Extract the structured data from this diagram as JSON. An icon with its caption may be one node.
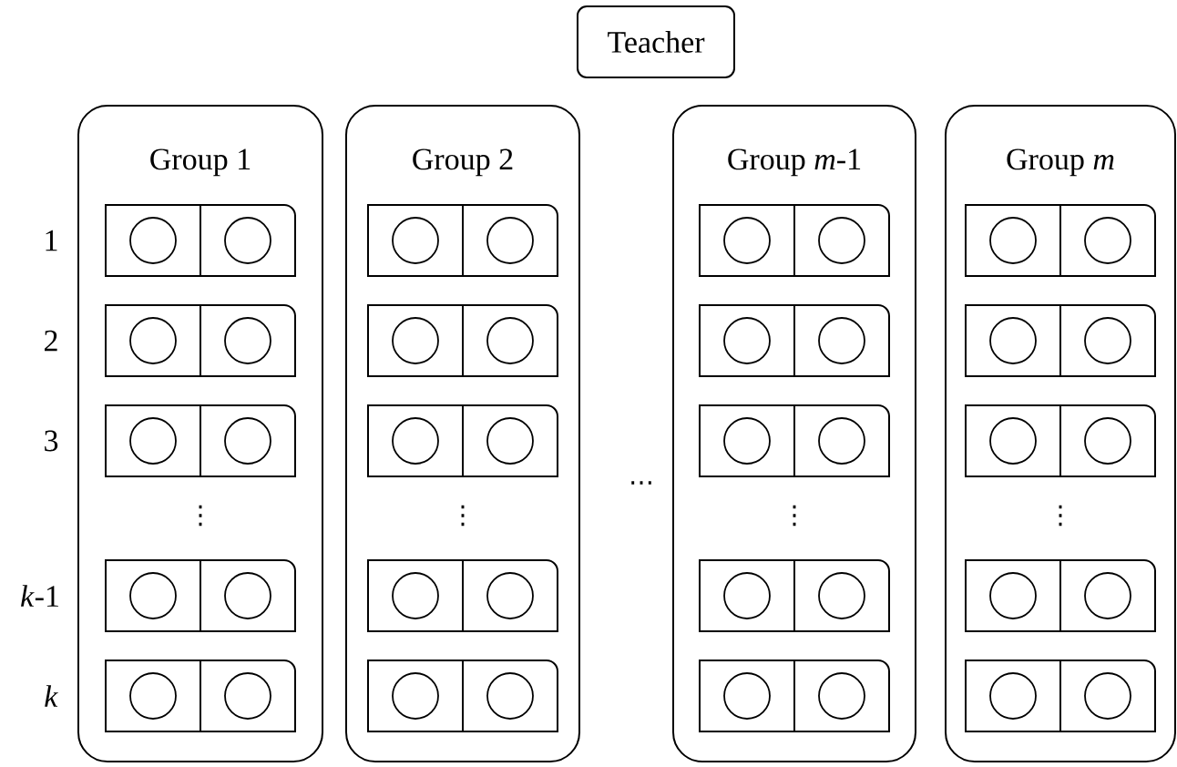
{
  "diagram": {
    "nodes": [
      {
        "text": [
          "Teacher"
        ]
      },
      {
        "text": [
          "Group 1"
        ]
      },
      {
        "text": [],
        "shape": "box",
        "in": 1
      },
      {
        "text": [],
        "shape": "circle",
        "in": 2
      },
      {
        "text": [],
        "shape": "circle",
        "in": 2
      },
      {
        "text": [],
        "shape": "box",
        "in": 1
      },
      {
        "text": [],
        "shape": "circle",
        "in": 5
      },
      {
        "text": [],
        "shape": "circle",
        "in": 5
      },
      {
        "text": [],
        "shape": "box",
        "in": 1
      },
      {
        "text": [],
        "shape": "circle",
        "in": 8
      },
      {
        "text": [],
        "shape": "circle",
        "in": 8
      },
      {
        "text": [],
        "shape": "box",
        "in": 1
      },
      {
        "text": [],
        "shape": "circle",
        "in": 11
      },
      {
        "text": [],
        "shape": "circle",
        "in": 11
      },
      {
        "text": [],
        "shape": "box",
        "in": 1
      },
      {
        "text": [],
        "shape": "circle",
        "in": 14
      },
      {
        "text": [],
        "shape": "circle",
        "in": 14
      },
      {
        "text": [
          "Group 2"
        ]
      },
      {
        "text": [],
        "shape": "box",
        "in": 17
      },
      {
        "text": [],
        "shape": "circle",
        "in": 18
      },
      {
        "text": [],
        "shape": "circle",
        "in": 18
      },
      {
        "text": [],
        "shape": "box",
        "in": 17
      },
      {
        "text": [],
        "shape": "circle",
        "in": 21
      },
      {
        "text": [],
        "shape": "circle",
        "in": 21
      },
      {
        "text": [],
        "shape": "box",
        "in": 17
      },
      {
        "text": [],
        "shape": "circle",
        "in": 24
      },
      {
        "text": [],
        "shape": "circle",
        "in": 24
      },
      {
        "text": [],
        "shape": "box",
        "in": 17
      },
      {
        "text": [],
        "shape": "circle",
        "in": 27
      },
      {
        "text": [],
        "shape": "circle",
        "in": 27
      },
      {
        "text": [],
        "shape": "box",
        "in": 17
      },
      {
        "text": [],
        "shape": "circle",
        "in": 30
      },
      {
        "text": [],
        "shape": "circle",
        "in": 30
      },
      {
        "text": [
          "Group *m*-1"
        ]
      },
      {
        "text": [],
        "shape": "box",
        "in": 33
      },
      {
        "text": [],
        "shape": "circle",
        "in": 34
      },
      {
        "text": [],
        "shape": "circle",
        "in": 34
      },
      {
        "text": [],
        "shape": "box",
        "in": 33
      },
      {
        "text": [],
        "shape": "circle",
        "in": 37
      },
      {
        "text": [],
        "shape": "circle",
        "in": 37
      },
      {
        "text": [],
        "shape": "box",
        "in": 33
      },
      {
        "text": [],
        "shape": "circle",
        "in": 40
      },
      {
        "text": [],
        "shape": "circle",
        "in": 40
      },
      {
        "text": [],
        "shape": "box",
        "in": 33
      },
      {
        "text": [],
        "shape": "circle",
        "in": 43
      },
      {
        "text": [],
        "shape": "circle",
        "in": 43
      },
      {
        "text": [],
        "shape": "box",
        "in": 33
      },
      {
        "text": [],
        "shape": "circle",
        "in": 46
      },
      {
        "text": [],
        "shape": "circle",
        "in": 46
      },
      {
        "text": [
          "Group *m*"
        ]
      },
      {
        "text": [],
        "shape": "box",
        "in": 49
      },
      {
        "text": [],
        "shape": "circle",
        "in": 50
      },
      {
        "text": [],
        "shape": "circle",
        "in": 50
      },
      {
        "text": [],
        "shape": "box",
        "in": 49
      },
      {
        "text": [],
        "shape": "circle",
        "in": 53
      },
      {
        "text": [],
        "shape": "circle",
        "in": 53
      },
      {
        "text": [],
        "shape": "box",
        "in": 49
      },
      {
        "text": [],
        "shape": "circle",
        "in": 56
      },
      {
        "text": [],
        "shape": "circle",
        "in": 56
      },
      {
        "text": [],
        "shape": "box",
        "in": 49
      },
      {
        "text": [],
        "shape": "circle",
        "in": 59
      },
      {
        "text": [],
        "shape": "circle",
        "in": 59
      },
      {
        "text": [],
        "shape": "box",
        "in": 49
      },
      {
        "text": [],
        "shape": "circle",
        "in": 62
      },
      {
        "text": [],
        "shape": "circle",
        "in": 62
      }
    ],
    "labels": [
      "1",
      "2",
      "3",
      "⋮",
      "⋮",
      "…",
      "⋮",
      "⋮",
      "*k*-1",
      "*k*"
    ]
  }
}
